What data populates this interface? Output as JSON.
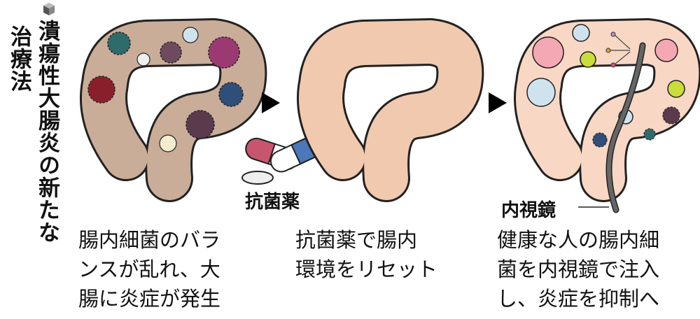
{
  "title": {
    "line1": "潰瘍性大腸炎の新たな",
    "line2": "治療法"
  },
  "panels": [
    {
      "caption": [
        "腸内細菌のバラ",
        "ンスが乱れ、大",
        "腸に炎症が発生"
      ]
    },
    {
      "label": "抗菌薬",
      "caption": [
        "抗菌薬で腸内",
        "環境をリセット"
      ]
    },
    {
      "label": "内視鏡",
      "caption": [
        "健康な人の腸内細",
        "菌を内視鏡で注入",
        "し、炎症を抑制へ"
      ]
    }
  ],
  "colors": {
    "colon_sick": "#c9ad98",
    "colon_clean": "#f0c9ae",
    "colon_healthy": "#f8d7c4",
    "outline": "#222222",
    "arrow": "#000000"
  }
}
